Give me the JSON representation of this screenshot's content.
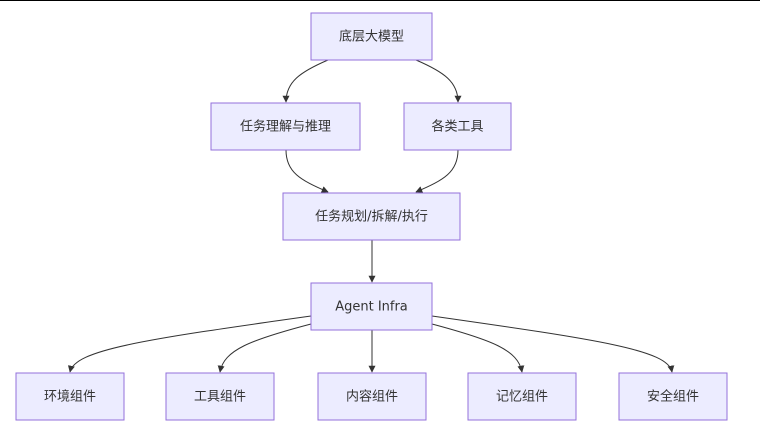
{
  "diagram": {
    "type": "flowchart",
    "colors": {
      "node_fill": "#ececff",
      "node_border": "#9370db",
      "edge": "#333333",
      "text": "#333333"
    },
    "nodes": [
      {
        "id": "base",
        "label": "底层大模型"
      },
      {
        "id": "reason",
        "label": "任务理解与推理"
      },
      {
        "id": "tools",
        "label": "各类工具"
      },
      {
        "id": "plan",
        "label": "任务规划/拆解/执行"
      },
      {
        "id": "infra",
        "label": "Agent Infra"
      },
      {
        "id": "env",
        "label": "环境组件"
      },
      {
        "id": "toolc",
        "label": "工具组件"
      },
      {
        "id": "content",
        "label": "内容组件"
      },
      {
        "id": "memory",
        "label": "记忆组件"
      },
      {
        "id": "security",
        "label": "安全组件"
      }
    ],
    "edges": [
      {
        "from": "base",
        "to": "reason"
      },
      {
        "from": "base",
        "to": "tools"
      },
      {
        "from": "reason",
        "to": "plan"
      },
      {
        "from": "tools",
        "to": "plan"
      },
      {
        "from": "plan",
        "to": "infra"
      },
      {
        "from": "infra",
        "to": "env"
      },
      {
        "from": "infra",
        "to": "toolc"
      },
      {
        "from": "infra",
        "to": "content"
      },
      {
        "from": "infra",
        "to": "memory"
      },
      {
        "from": "infra",
        "to": "security"
      }
    ]
  }
}
